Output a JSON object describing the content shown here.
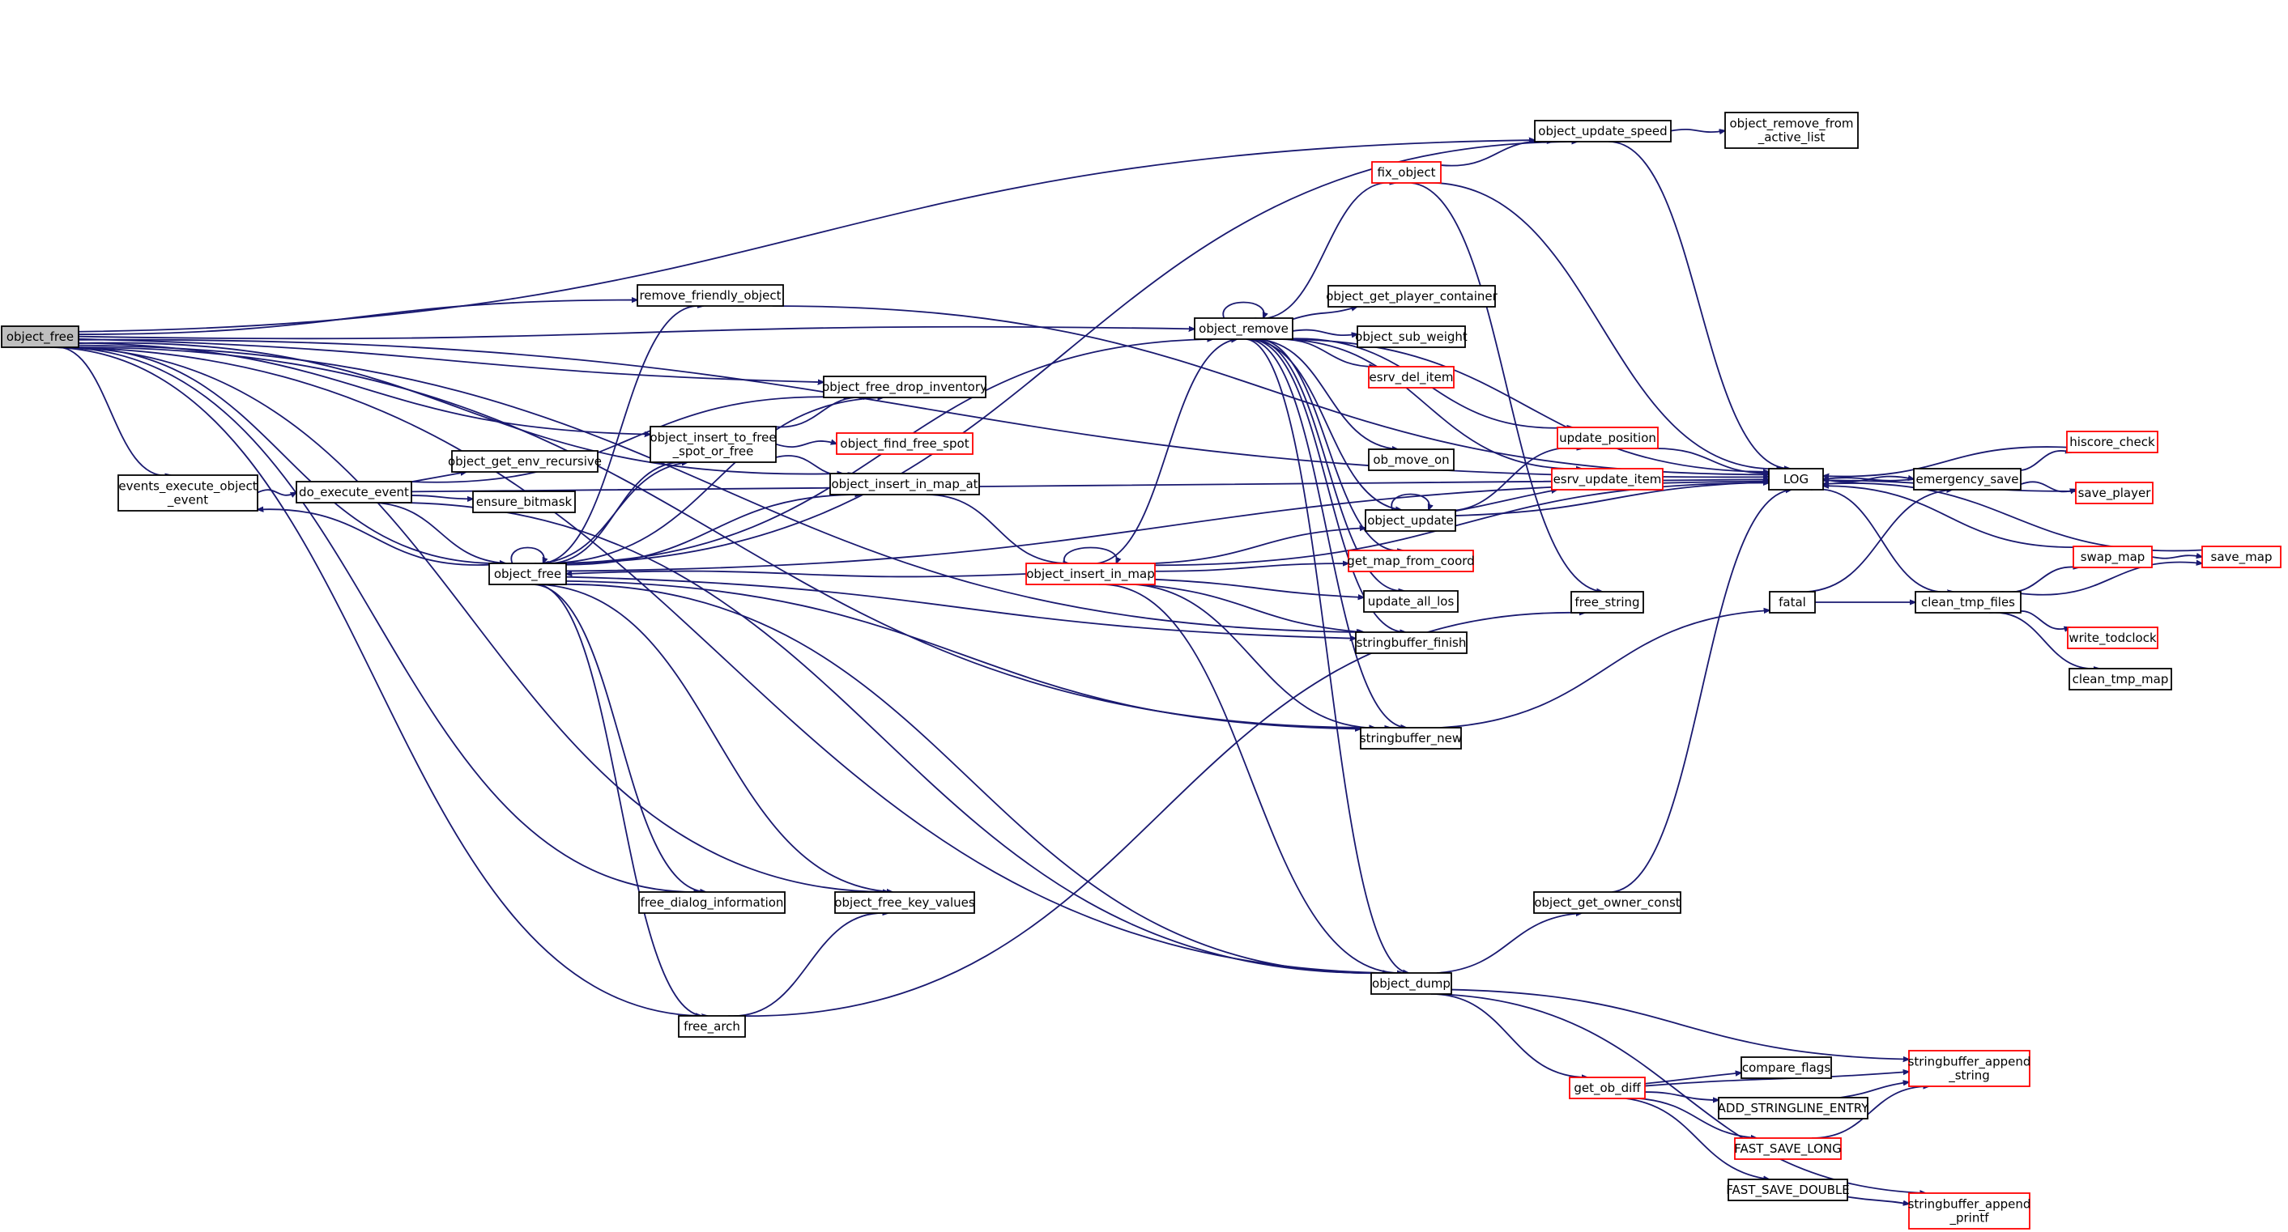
{
  "colors": {
    "edge": "#191970",
    "root_fill": "#bfbfbf",
    "linked_border": "#000000",
    "unlinked_border": "#ff0000",
    "text": "#000000"
  },
  "nodes": [
    {
      "id": "object_free_root",
      "lines": [
        "object_free"
      ],
      "style": "root"
    },
    {
      "id": "events_execute_object_event",
      "lines": [
        "events_execute_object",
        "_event"
      ],
      "style": "normal"
    },
    {
      "id": "do_execute_event",
      "lines": [
        "do_execute_event"
      ],
      "style": "normal"
    },
    {
      "id": "object_get_env_recursive",
      "lines": [
        "object_get_env_recursive"
      ],
      "style": "normal"
    },
    {
      "id": "ensure_bitmask",
      "lines": [
        "ensure_bitmask"
      ],
      "style": "normal"
    },
    {
      "id": "object_free",
      "lines": [
        "object_free"
      ],
      "style": "normal"
    },
    {
      "id": "remove_friendly_object",
      "lines": [
        "remove_friendly_object"
      ],
      "style": "normal"
    },
    {
      "id": "object_insert_to_free_spot_or_free",
      "lines": [
        "object_insert_to_free",
        "_spot_or_free"
      ],
      "style": "normal"
    },
    {
      "id": "object_free_drop_inventory",
      "lines": [
        "object_free_drop_inventory"
      ],
      "style": "normal"
    },
    {
      "id": "object_find_free_spot",
      "lines": [
        "object_find_free_spot"
      ],
      "style": "red"
    },
    {
      "id": "object_insert_in_map_at",
      "lines": [
        "object_insert_in_map_at"
      ],
      "style": "normal"
    },
    {
      "id": "object_insert_in_map",
      "lines": [
        "object_insert_in_map"
      ],
      "style": "red"
    },
    {
      "id": "free_dialog_information",
      "lines": [
        "free_dialog_information"
      ],
      "style": "normal"
    },
    {
      "id": "object_free_key_values",
      "lines": [
        "object_free_key_values"
      ],
      "style": "normal"
    },
    {
      "id": "free_arch",
      "lines": [
        "free_arch"
      ],
      "style": "normal"
    },
    {
      "id": "object_remove",
      "lines": [
        "object_remove"
      ],
      "style": "normal"
    },
    {
      "id": "fix_object",
      "lines": [
        "fix_object"
      ],
      "style": "red"
    },
    {
      "id": "object_get_player_container",
      "lines": [
        "object_get_player_container"
      ],
      "style": "normal"
    },
    {
      "id": "object_sub_weight",
      "lines": [
        "object_sub_weight"
      ],
      "style": "normal"
    },
    {
      "id": "esrv_del_item",
      "lines": [
        "esrv_del_item"
      ],
      "style": "red"
    },
    {
      "id": "ob_move_on",
      "lines": [
        "ob_move_on"
      ],
      "style": "normal"
    },
    {
      "id": "object_update",
      "lines": [
        "object_update"
      ],
      "style": "normal"
    },
    {
      "id": "get_map_from_coord",
      "lines": [
        "get_map_from_coord"
      ],
      "style": "red"
    },
    {
      "id": "update_all_los",
      "lines": [
        "update_all_los"
      ],
      "style": "normal"
    },
    {
      "id": "stringbuffer_finish",
      "lines": [
        "stringbuffer_finish"
      ],
      "style": "normal"
    },
    {
      "id": "stringbuffer_new",
      "lines": [
        "stringbuffer_new"
      ],
      "style": "normal"
    },
    {
      "id": "object_dump",
      "lines": [
        "object_dump"
      ],
      "style": "normal"
    },
    {
      "id": "object_update_speed",
      "lines": [
        "object_update_speed"
      ],
      "style": "normal"
    },
    {
      "id": "object_remove_from_active_list",
      "lines": [
        "object_remove_from",
        "_active_list"
      ],
      "style": "normal"
    },
    {
      "id": "update_position",
      "lines": [
        "update_position"
      ],
      "style": "red"
    },
    {
      "id": "esrv_update_item",
      "lines": [
        "esrv_update_item"
      ],
      "style": "red"
    },
    {
      "id": "free_string",
      "lines": [
        "free_string"
      ],
      "style": "normal"
    },
    {
      "id": "object_get_owner_const",
      "lines": [
        "object_get_owner_const"
      ],
      "style": "normal"
    },
    {
      "id": "get_ob_diff",
      "lines": [
        "get_ob_diff"
      ],
      "style": "red"
    },
    {
      "id": "compare_flags",
      "lines": [
        "compare_flags"
      ],
      "style": "normal"
    },
    {
      "id": "ADD_STRINGLINE_ENTRY",
      "lines": [
        "ADD_STRINGLINE_ENTRY"
      ],
      "style": "normal"
    },
    {
      "id": "FAST_SAVE_LONG",
      "lines": [
        "FAST_SAVE_LONG"
      ],
      "style": "red"
    },
    {
      "id": "FAST_SAVE_DOUBLE",
      "lines": [
        "FAST_SAVE_DOUBLE"
      ],
      "style": "normal"
    },
    {
      "id": "stringbuffer_append_string",
      "lines": [
        "stringbuffer_append",
        "_string"
      ],
      "style": "red"
    },
    {
      "id": "stringbuffer_append_printf",
      "lines": [
        "stringbuffer_append",
        "_printf"
      ],
      "style": "red"
    },
    {
      "id": "LOG",
      "lines": [
        "LOG"
      ],
      "style": "normal"
    },
    {
      "id": "fatal",
      "lines": [
        "fatal"
      ],
      "style": "normal"
    },
    {
      "id": "emergency_save",
      "lines": [
        "emergency_save"
      ],
      "style": "normal"
    },
    {
      "id": "clean_tmp_files",
      "lines": [
        "clean_tmp_files"
      ],
      "style": "normal"
    },
    {
      "id": "hiscore_check",
      "lines": [
        "hiscore_check"
      ],
      "style": "red"
    },
    {
      "id": "save_player",
      "lines": [
        "save_player"
      ],
      "style": "red"
    },
    {
      "id": "swap_map",
      "lines": [
        "swap_map"
      ],
      "style": "red"
    },
    {
      "id": "save_map",
      "lines": [
        "save_map"
      ],
      "style": "red"
    },
    {
      "id": "write_todclock",
      "lines": [
        "write_todclock"
      ],
      "style": "red"
    },
    {
      "id": "clean_tmp_map",
      "lines": [
        "clean_tmp_map"
      ],
      "style": "normal"
    }
  ],
  "edges": [
    [
      "object_free_root",
      "events_execute_object_event"
    ],
    [
      "object_free_root",
      "object_free"
    ],
    [
      "object_free_root",
      "remove_friendly_object"
    ],
    [
      "object_free_root",
      "object_insert_to_free_spot_or_free"
    ],
    [
      "object_free_root",
      "object_free_drop_inventory"
    ],
    [
      "object_free_root",
      "object_insert_in_map_at"
    ],
    [
      "object_free_root",
      "free_dialog_information"
    ],
    [
      "object_free_root",
      "object_free_key_values"
    ],
    [
      "object_free_root",
      "free_arch"
    ],
    [
      "object_free_root",
      "object_remove"
    ],
    [
      "object_free_root",
      "object_update_speed"
    ],
    [
      "object_free_root",
      "LOG"
    ],
    [
      "object_free_root",
      "stringbuffer_new"
    ],
    [
      "object_free_root",
      "stringbuffer_finish"
    ],
    [
      "object_free_root",
      "object_dump"
    ],
    [
      "events_execute_object_event",
      "do_execute_event"
    ],
    [
      "do_execute_event",
      "object_get_env_recursive"
    ],
    [
      "do_execute_event",
      "ensure_bitmask"
    ],
    [
      "do_execute_event",
      "object_free"
    ],
    [
      "do_execute_event",
      "object_free_drop_inventory"
    ],
    [
      "do_execute_event",
      "object_dump"
    ],
    [
      "do_execute_event",
      "LOG"
    ],
    [
      "object_free",
      "object_free"
    ],
    [
      "object_free",
      "events_execute_object_event"
    ],
    [
      "object_free",
      "remove_friendly_object"
    ],
    [
      "object_free",
      "object_insert_to_free_spot_or_free"
    ],
    [
      "object_free",
      "object_free_drop_inventory"
    ],
    [
      "object_free",
      "object_insert_in_map_at"
    ],
    [
      "object_free",
      "free_dialog_information"
    ],
    [
      "object_free",
      "object_free_key_values"
    ],
    [
      "object_free",
      "free_arch"
    ],
    [
      "object_free",
      "object_remove"
    ],
    [
      "object_free",
      "object_update_speed"
    ],
    [
      "object_free",
      "stringbuffer_new"
    ],
    [
      "object_free",
      "stringbuffer_finish"
    ],
    [
      "object_free",
      "object_dump"
    ],
    [
      "object_free",
      "LOG"
    ],
    [
      "remove_friendly_object",
      "LOG"
    ],
    [
      "object_insert_to_free_spot_or_free",
      "object_free_drop_inventory"
    ],
    [
      "object_insert_to_free_spot_or_free",
      "object_find_free_spot"
    ],
    [
      "object_insert_to_free_spot_or_free",
      "object_insert_in_map_at"
    ],
    [
      "object_insert_to_free_spot_or_free",
      "object_free"
    ],
    [
      "object_insert_in_map_at",
      "object_insert_in_map"
    ],
    [
      "object_insert_in_map",
      "object_insert_in_map"
    ],
    [
      "object_insert_in_map",
      "object_free"
    ],
    [
      "object_insert_in_map",
      "object_remove"
    ],
    [
      "object_insert_in_map",
      "object_update"
    ],
    [
      "object_insert_in_map",
      "get_map_from_coord"
    ],
    [
      "object_insert_in_map",
      "update_all_los"
    ],
    [
      "object_insert_in_map",
      "stringbuffer_finish"
    ],
    [
      "object_insert_in_map",
      "stringbuffer_new"
    ],
    [
      "object_insert_in_map",
      "object_dump"
    ],
    [
      "object_insert_in_map",
      "LOG"
    ],
    [
      "object_remove",
      "object_remove"
    ],
    [
      "object_remove",
      "fix_object"
    ],
    [
      "object_remove",
      "object_get_player_container"
    ],
    [
      "object_remove",
      "object_sub_weight"
    ],
    [
      "object_remove",
      "esrv_del_item"
    ],
    [
      "object_remove",
      "ob_move_on"
    ],
    [
      "object_remove",
      "object_update"
    ],
    [
      "object_remove",
      "get_map_from_coord"
    ],
    [
      "object_remove",
      "update_all_los"
    ],
    [
      "object_remove",
      "stringbuffer_finish"
    ],
    [
      "object_remove",
      "stringbuffer_new"
    ],
    [
      "object_remove",
      "object_dump"
    ],
    [
      "object_remove",
      "update_position"
    ],
    [
      "object_remove",
      "esrv_update_item"
    ],
    [
      "object_remove",
      "LOG"
    ],
    [
      "fix_object",
      "object_update_speed"
    ],
    [
      "fix_object",
      "free_string"
    ],
    [
      "fix_object",
      "LOG"
    ],
    [
      "object_update_speed",
      "object_remove_from_active_list"
    ],
    [
      "object_update_speed",
      "LOG"
    ],
    [
      "object_update",
      "object_update"
    ],
    [
      "object_update",
      "update_position"
    ],
    [
      "object_update",
      "esrv_update_item"
    ],
    [
      "object_update",
      "LOG"
    ],
    [
      "update_position",
      "LOG"
    ],
    [
      "free_arch",
      "object_free_key_values"
    ],
    [
      "free_arch",
      "free_string"
    ],
    [
      "stringbuffer_new",
      "fatal"
    ],
    [
      "object_dump",
      "object_get_owner_const"
    ],
    [
      "object_dump",
      "get_ob_diff"
    ],
    [
      "object_dump",
      "stringbuffer_append_string"
    ],
    [
      "object_dump",
      "stringbuffer_append_printf"
    ],
    [
      "object_get_owner_const",
      "LOG"
    ],
    [
      "get_ob_diff",
      "compare_flags"
    ],
    [
      "get_ob_diff",
      "ADD_STRINGLINE_ENTRY"
    ],
    [
      "get_ob_diff",
      "FAST_SAVE_LONG"
    ],
    [
      "get_ob_diff",
      "FAST_SAVE_DOUBLE"
    ],
    [
      "get_ob_diff",
      "stringbuffer_append_string"
    ],
    [
      "ADD_STRINGLINE_ENTRY",
      "stringbuffer_append_string"
    ],
    [
      "FAST_SAVE_LONG",
      "stringbuffer_append_string"
    ],
    [
      "FAST_SAVE_DOUBLE",
      "stringbuffer_append_printf"
    ],
    [
      "LOG",
      "emergency_save"
    ],
    [
      "LOG",
      "clean_tmp_files"
    ],
    [
      "fatal",
      "emergency_save"
    ],
    [
      "fatal",
      "clean_tmp_files"
    ],
    [
      "emergency_save",
      "LOG"
    ],
    [
      "emergency_save",
      "hiscore_check"
    ],
    [
      "emergency_save",
      "save_player"
    ],
    [
      "hiscore_check",
      "LOG"
    ],
    [
      "save_player",
      "LOG"
    ],
    [
      "clean_tmp_files",
      "swap_map"
    ],
    [
      "clean_tmp_files",
      "save_map"
    ],
    [
      "clean_tmp_files",
      "write_todclock"
    ],
    [
      "clean_tmp_files",
      "clean_tmp_map"
    ],
    [
      "swap_map",
      "LOG"
    ],
    [
      "swap_map",
      "save_map"
    ],
    [
      "save_map",
      "LOG"
    ]
  ]
}
